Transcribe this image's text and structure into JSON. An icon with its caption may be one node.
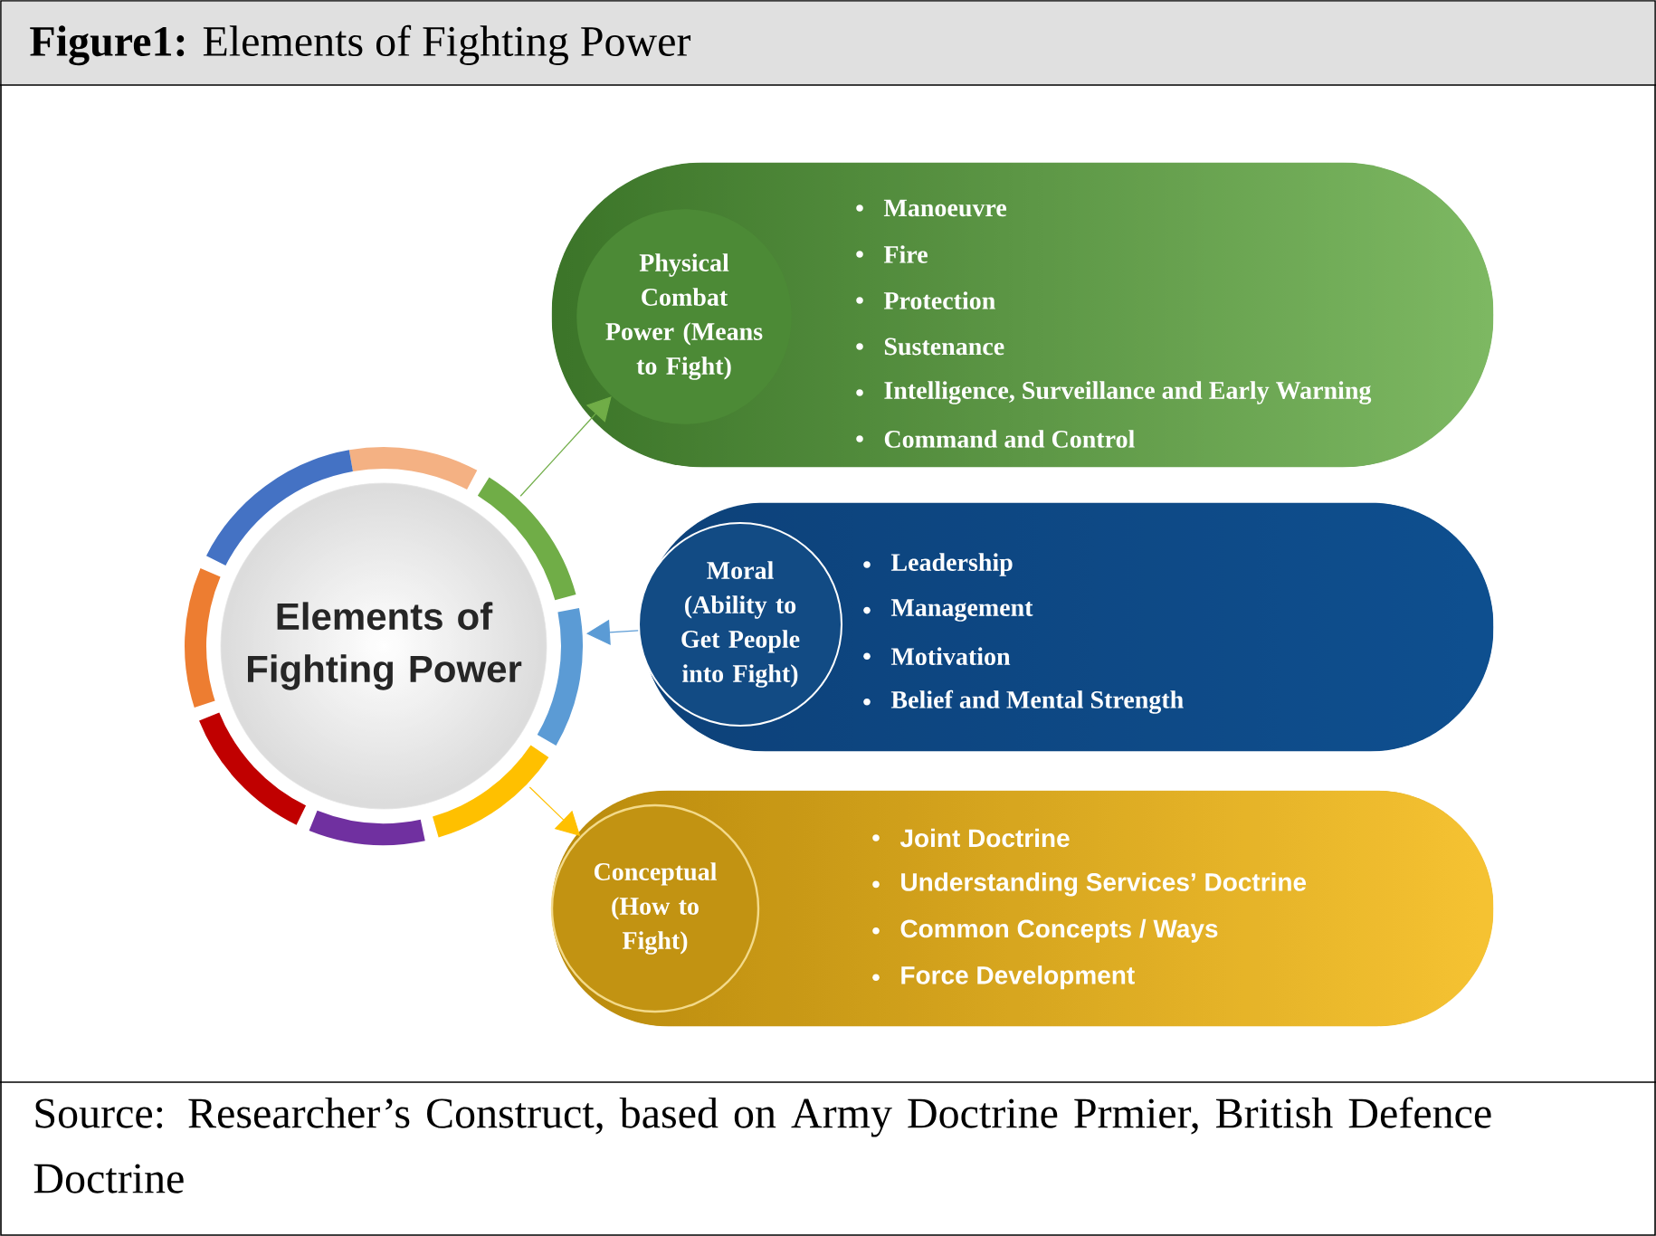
{
  "diagram": {
    "title": "**Figure1:** Elements of Fighting Power",
    "caption": "Source: Researcher’s Construct, based on Army Doctrine Prmier, British Defence Doctrine",
    "nodes": [
      {
        "text": [
          "Elements of Fighting Power"
        ]
      },
      {
        "text": [
          "Manoeuvre",
          "Fire",
          "Protection",
          "Sustenance",
          "Intelligence, Surveillance and Early Warning",
          "Command and Control"
        ]
      },
      {
        "text": [
          "Physical Combat Power (Means to Fight)"
        ],
        "in": 1
      },
      {
        "text": [
          "Leadership",
          "Management",
          "Motivation",
          "Belief and Mental Strength"
        ]
      },
      {
        "text": [
          "Moral (Ability to Get People into Fight)"
        ],
        "in": 3
      },
      {
        "text": [
          "Joint Doctrine",
          "Understanding Services’ Doctrine",
          "Common Concepts / Ways",
          "Force Development"
        ]
      },
      {
        "text": [
          "Conceptual (How to Fight)"
        ],
        "in": 5
      }
    ],
    "edges": [
      {
        "from": 0,
        "to": 2,
        "arrow": "to",
        "color": "#70ad47"
      },
      {
        "from": 4,
        "to": 0,
        "arrow": "to",
        "color": "#5b9bd5"
      },
      {
        "from": 0,
        "to": 6,
        "arrow": "to",
        "color": "#ffc000"
      }
    ]
  }
}
